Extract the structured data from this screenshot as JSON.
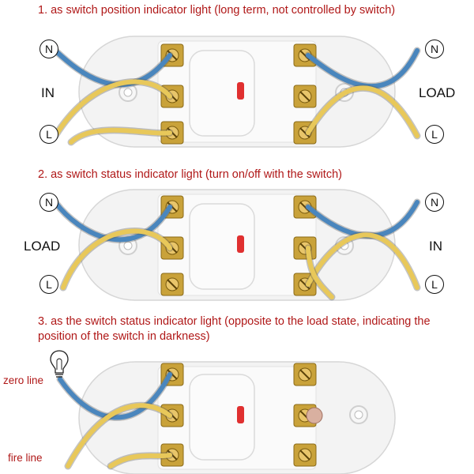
{
  "captions": {
    "one": "1. as switch position indicator light (long term, not controlled by switch)",
    "two": "2. as switch status indicator light (turn on/off with the switch)",
    "three_line1": "3. as the switch status indicator light (opposite to the load state, indicating the",
    "three_line2": "position of the switch in darkness)"
  },
  "labels": {
    "in": "IN",
    "load": "LOAD",
    "neutral": "N",
    "live": "L",
    "zero_line": "zero line",
    "fire_line": "fire line"
  },
  "icons": {
    "bulb": "light-bulb-icon"
  },
  "colors": {
    "caption": "#b01818",
    "blue_wire": "#4a86bd",
    "yellow_wire": "#e8c85a",
    "brass": "#c9a23a",
    "body": "#f3f3f3",
    "indicator": "#e03030"
  }
}
